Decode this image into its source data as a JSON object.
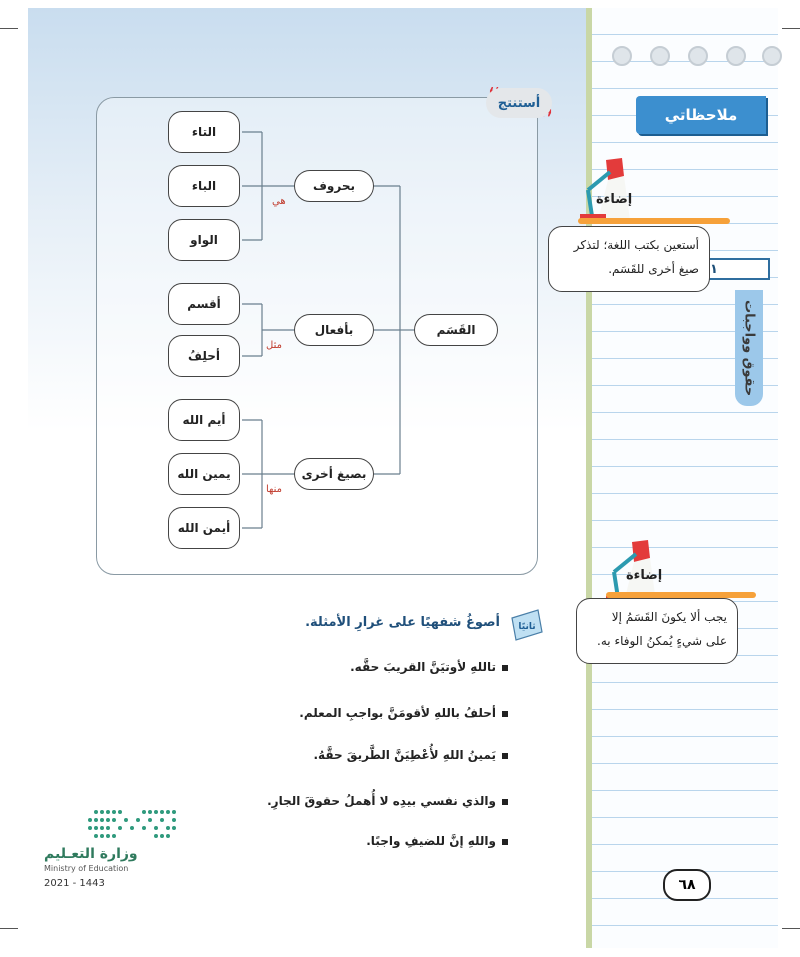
{
  "notes_panel": {
    "title": "ملاحظاتي"
  },
  "chapter_tab": {
    "number": "١",
    "label": "حقوق وواجبات"
  },
  "tip1": {
    "title": "إضاءة",
    "text_line1": "أستعين بكتب اللغة؛ لتذكر",
    "text_line2": "صيغ أخرى للقَسَم."
  },
  "tip2": {
    "title": "إضاءة",
    "text_line1": "يجب ألا يكونَ القَسَمُ إلا",
    "text_line2": "على شيءٍ يُمكنُ الوفاء به."
  },
  "concept_map": {
    "badge": "أستنتج",
    "root": "القَسَم",
    "branches": [
      {
        "label": "بحروف",
        "relation": "هي",
        "leaves": [
          "التاء",
          "الباء",
          "الواو"
        ]
      },
      {
        "label": "بأفعال",
        "relation": "مثل",
        "leaves": [
          "أقسم",
          "أحلِفُ"
        ]
      },
      {
        "label": "بصيغ أخرى",
        "relation": "منها",
        "leaves": [
          "أيم الله",
          "يمين الله",
          "أيمن الله"
        ]
      }
    ]
  },
  "second_section": {
    "badge": "ثانيًا",
    "title": "أصوغُ شفهيًا على غرارِ الأمثلة.",
    "items": [
      "تاللهِ لأوتيَنَّ القريبَ حقَّه.",
      "أحلفُ باللهِ لأقومَنَّ بواجبِ المعلم.",
      "يَمينُ اللهِ لأُعْطِيَنَّ الطَّريقَ حقَّهُ.",
      "والذي نفسي بيدِه لا أُهملُ حقوقَ الجارِ.",
      "واللهِ إنَّ للضيفِ واجبًا."
    ]
  },
  "footer": {
    "ministry_ar": "وزارة التعـليم",
    "ministry_en": "Ministry of Education",
    "year": "2021 - 1443",
    "page_number": "٦٨"
  }
}
